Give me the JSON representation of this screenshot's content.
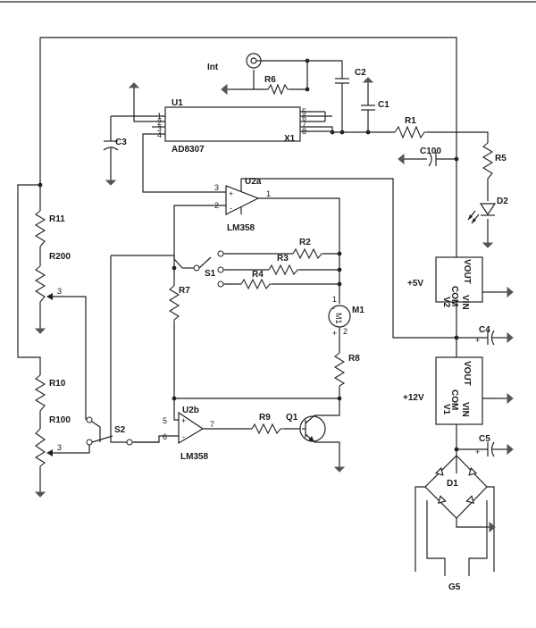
{
  "labels": {
    "int": "Int",
    "u1": "U1",
    "u1_part": "AD8307",
    "x1": "X1",
    "u2a": "U2a",
    "u2b": "U2b",
    "lm358_a": "LM358",
    "lm358_b": "LM358",
    "r1": "R1",
    "r2": "R2",
    "r3": "R3",
    "r4": "R4",
    "r5": "R5",
    "r6": "R6",
    "r7": "R7",
    "r8": "R8",
    "r9": "R9",
    "r10": "R10",
    "r11": "R11",
    "r100": "R100",
    "r200": "R200",
    "c1": "C1",
    "c2": "C2",
    "c3": "C3",
    "c4": "C4",
    "c5": "C5",
    "c100": "C100",
    "d1": "D1",
    "d2": "D2",
    "m1": "M1",
    "q1": "Q1",
    "s1": "S1",
    "s2": "S2",
    "g5": "G5",
    "v2": "V2",
    "v1": "V1",
    "plus5v": "+5V",
    "plus12v": "+12V",
    "vout": "VOUT",
    "com": "COM",
    "vin": "VIN"
  },
  "pins": {
    "u1_left": [
      "1",
      "2",
      "3",
      "4"
    ],
    "u1_right": [
      "5",
      "6",
      "7",
      "8"
    ],
    "u2a": [
      "3",
      "2",
      "1"
    ],
    "u2b": [
      "5",
      "6",
      "7"
    ],
    "pot": [
      "3",
      "3"
    ],
    "m1": [
      "1",
      "2"
    ]
  },
  "signs": {
    "plus": "+",
    "minus": "-"
  }
}
